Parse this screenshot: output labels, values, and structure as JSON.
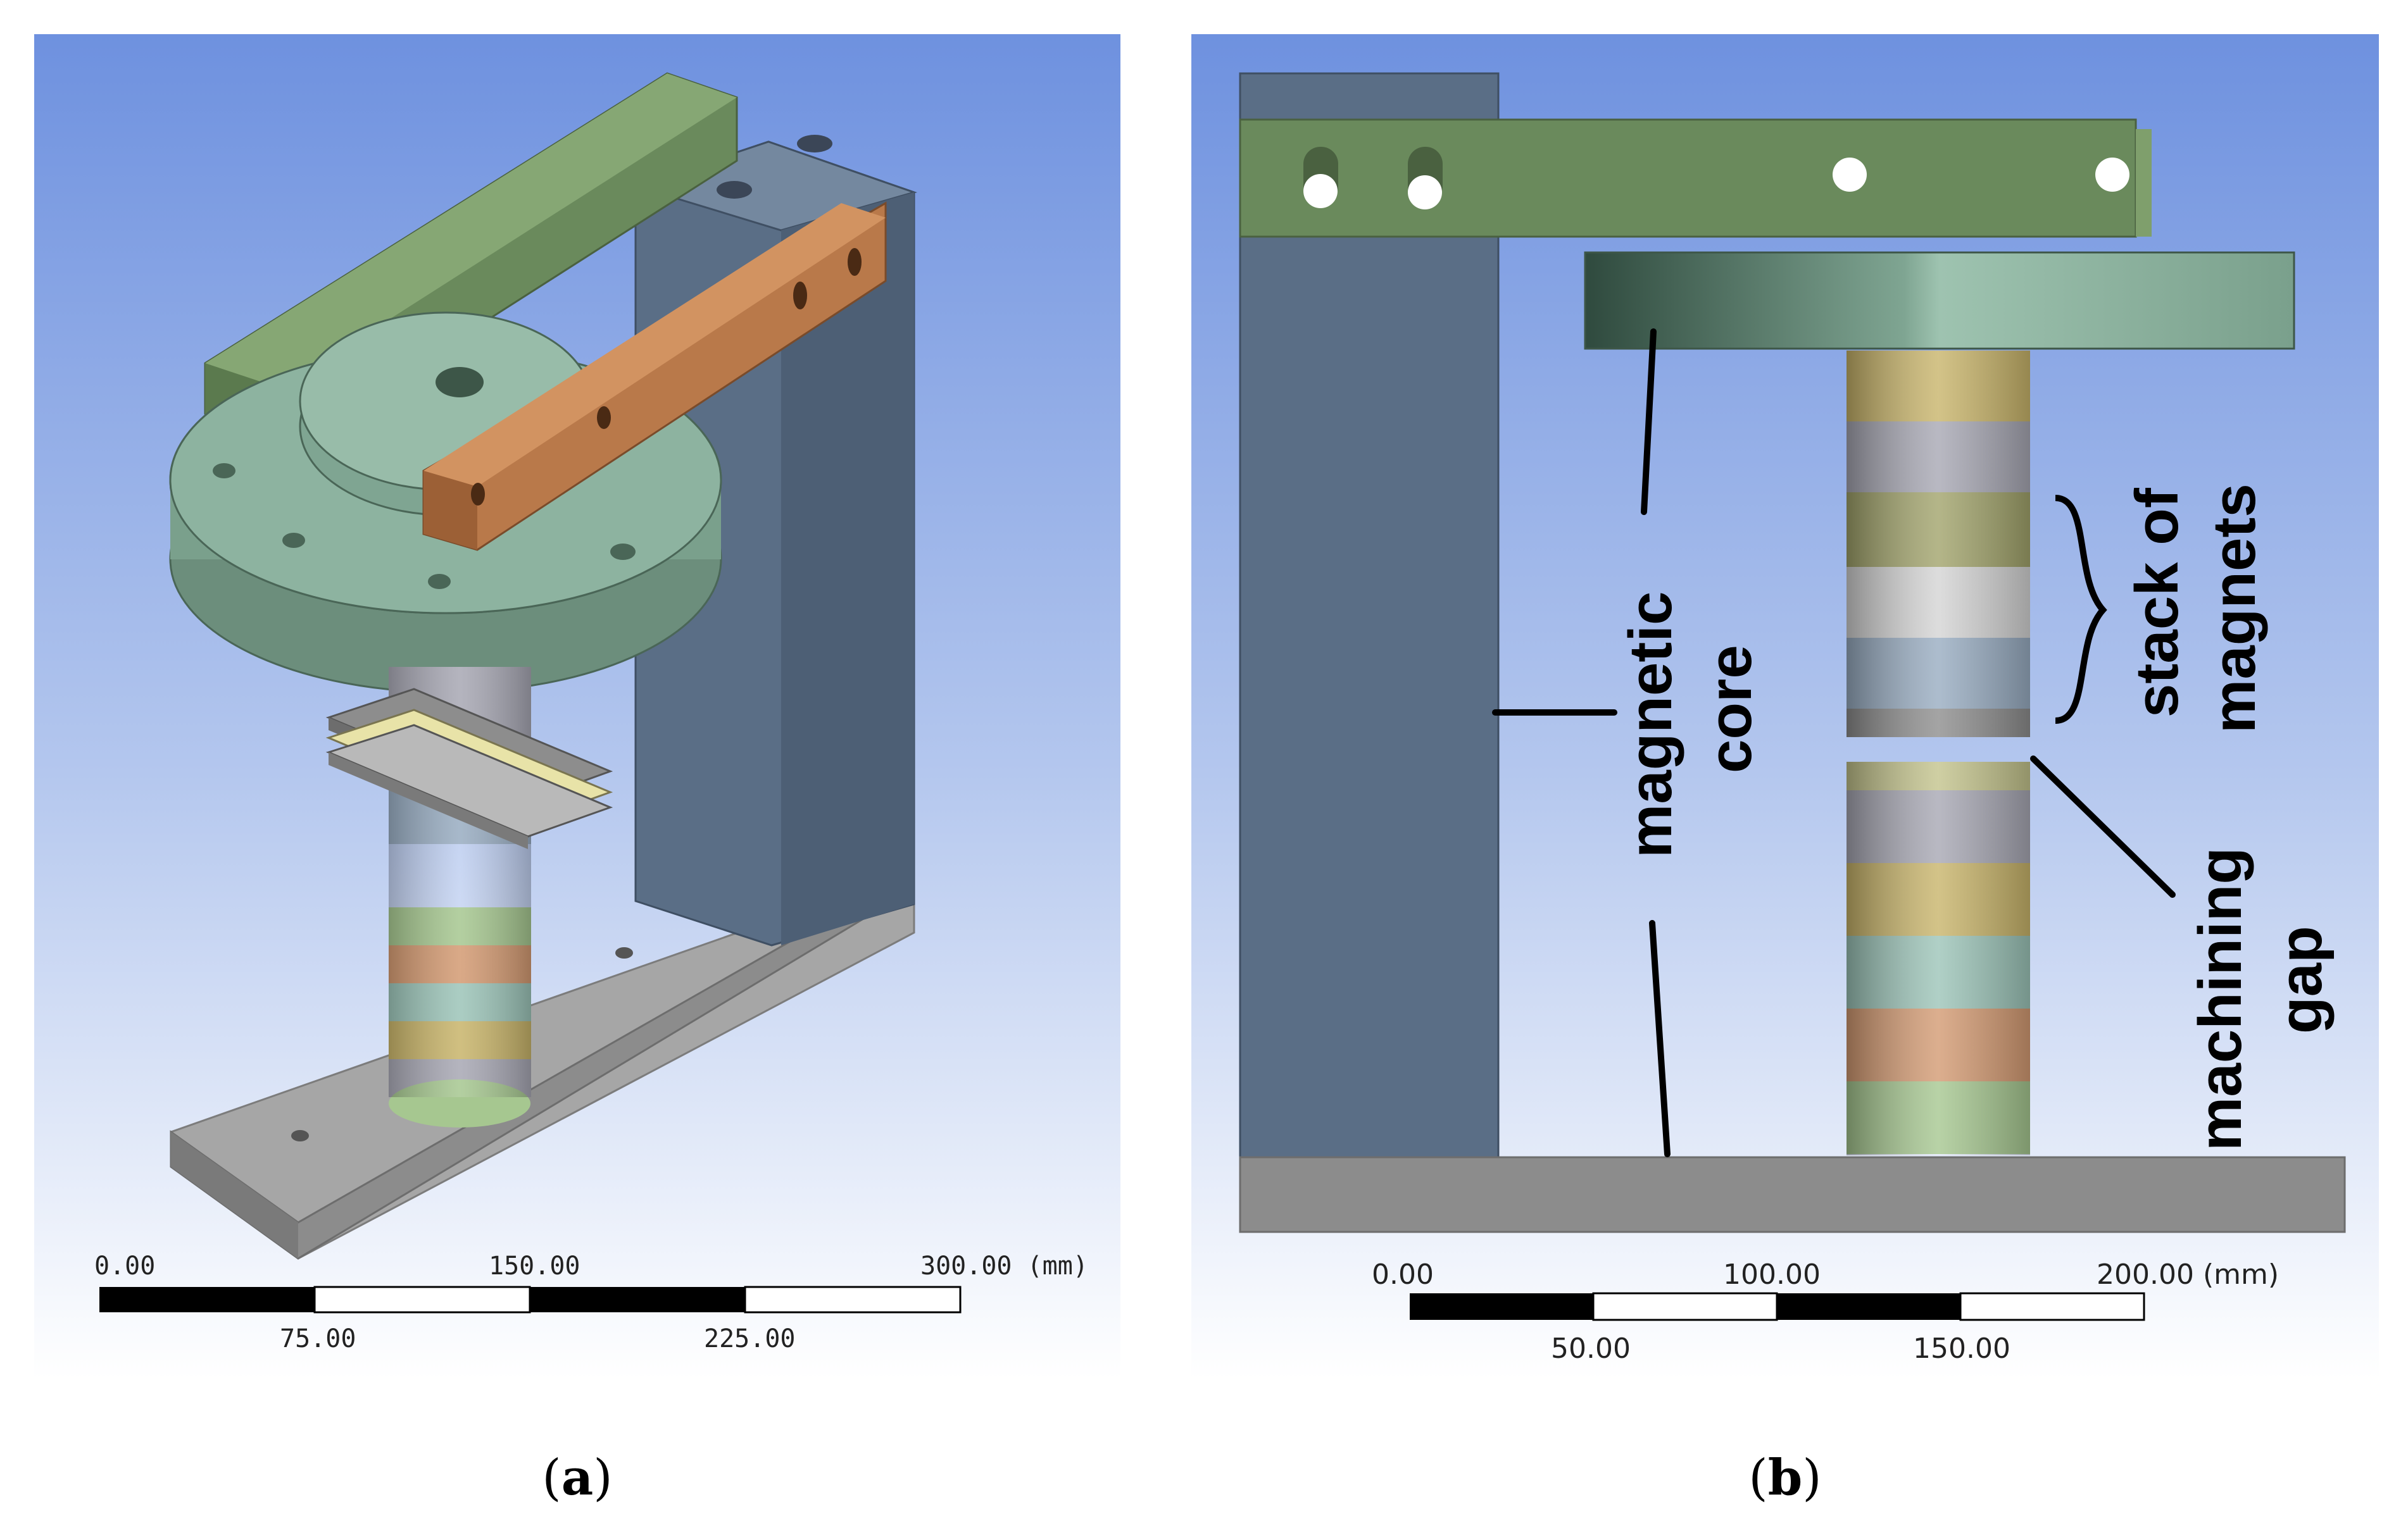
{
  "panel_a": {
    "caption": "a",
    "scale_bar": {
      "top_labels": [
        "0.00",
        "150.00",
        "300.00 (mm)"
      ],
      "bottom_labels": [
        "75.00",
        "225.00"
      ]
    }
  },
  "panel_b": {
    "caption": "b",
    "labels": {
      "magnetic_core": [
        "magnetic",
        "core"
      ],
      "stack_of_magnets": [
        "stack of",
        "magnets"
      ],
      "machining_gap": [
        "machining",
        "gap"
      ]
    },
    "scale_bar": {
      "top_labels": [
        "0.00",
        "100.00",
        "200.00 (mm)"
      ],
      "bottom_labels": [
        "50.00",
        "150.00"
      ]
    }
  },
  "colors": {
    "background_top": "#6e91df",
    "background_bottom": "#ffffff",
    "green_arm": "#6a8a5c",
    "orange_arm": "#b9794a",
    "slate_column": "#5a6e86",
    "grey_base": "#a6a6a6",
    "magnet_gold": "#c8b46a",
    "magnet_silver": "#a7a7b3",
    "magnet_olive": "#a1a36b",
    "magnet_white": "#d4d4d4",
    "magnet_blue": "#98acc1",
    "magnet_teal": "#9cc4b8",
    "magnet_copper": "#d39a72",
    "magnet_green": "#a6c790"
  }
}
